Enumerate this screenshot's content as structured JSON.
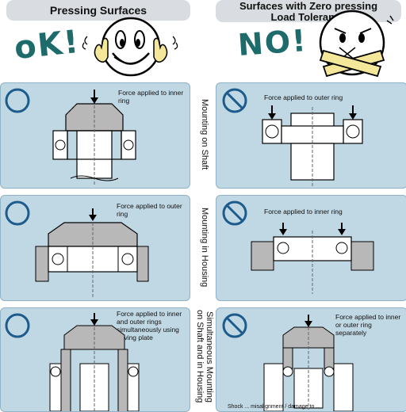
{
  "headers": {
    "left": "Pressing Surfaces",
    "right_line1": "Surfaces with Zero pressing",
    "right_line2": "Load Tolerance"
  },
  "handwriting": {
    "ok": "oK!",
    "no": "NO!"
  },
  "row_labels": {
    "shaft": "Mounting on Shaft",
    "housing": "Mounting in Housing",
    "simultaneous": "Simultaneous Mounting on Shaft and in Housing"
  },
  "panels": {
    "ok_shaft": {
      "status_icon": "ok-circle-icon",
      "note": "Force applied to inner ring"
    },
    "no_shaft": {
      "status_icon": "prohibited-icon",
      "note": "Force applied to outer ring"
    },
    "ok_housing": {
      "status_icon": "ok-circle-icon",
      "note": "Force applied to outer ring"
    },
    "no_housing": {
      "status_icon": "prohibited-icon",
      "note": "Force applied to inner ring"
    },
    "ok_simul": {
      "status_icon": "ok-circle-icon",
      "note": "Force applied to inner and outer rings simultaneously using driving plate"
    },
    "no_simul": {
      "status_icon": "prohibited-icon",
      "note": "Force applied to inner or outer ring separately",
      "footer": "Shock ... misalignment / damage to ..."
    }
  },
  "colors": {
    "panel_bg": "#c0d8e4",
    "header_bg": "#d9dde1",
    "accent_teal": "#1e6b6b",
    "icon_stroke": "#1d5b8c"
  }
}
